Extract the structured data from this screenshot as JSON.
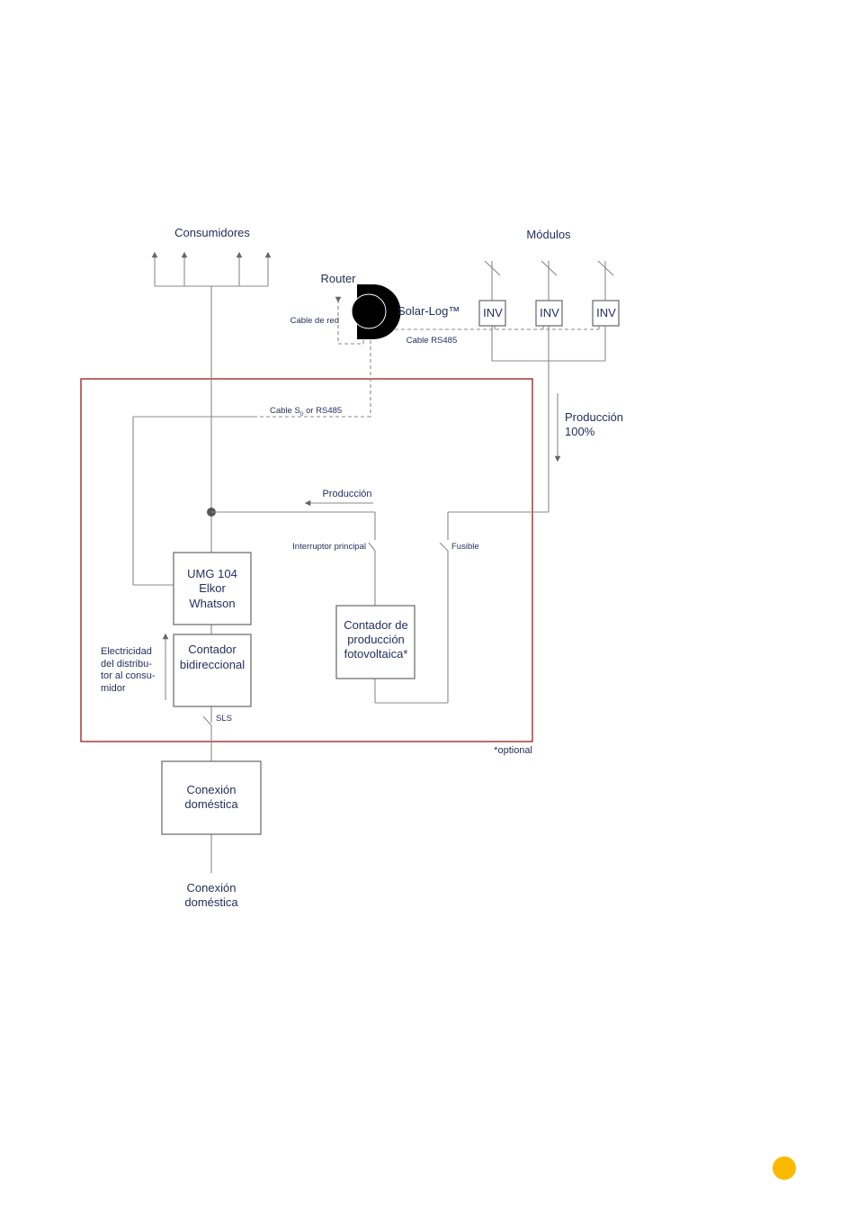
{
  "labels": {
    "consumers": "Consumidores",
    "modules": "Módulos",
    "router": "Router",
    "solarlog": "Solar-Log™",
    "cable_red": "Cable de red",
    "cable_rs485": "Cable RS485",
    "inv": "INV",
    "cable_s0_a": "Cable S",
    "cable_s0_sub": "0",
    "cable_s0_b": " or RS485",
    "production_100_1": "Producción",
    "production_100_2": "100%",
    "production": "Producción",
    "main_switch": "Interruptor principal",
    "fuse": "Fusible",
    "umg_1": "UMG 104",
    "umg_2": "Elkor",
    "umg_3": "Whatson",
    "pv_meter_1": "Contador de",
    "pv_meter_2": "producción",
    "pv_meter_3": "fotovoltaica*",
    "bidir_1": "Contador",
    "bidir_2": "bidireccional",
    "elec_1": "Electricidad",
    "elec_2": "del distribu-",
    "elec_3": "tor al consu-",
    "elec_4": "midor",
    "sls": "SLS",
    "optional": "*optional",
    "house_box_1": "Conexión",
    "house_box_2": "doméstica",
    "house_bottom_1": "Conexión",
    "house_bottom_2": "doméstica"
  },
  "colors": {
    "text": "#1f2d5c",
    "line": "#8a8a8a",
    "optional_frame": "#a52a2a",
    "page_marker": "#fbb900"
  }
}
